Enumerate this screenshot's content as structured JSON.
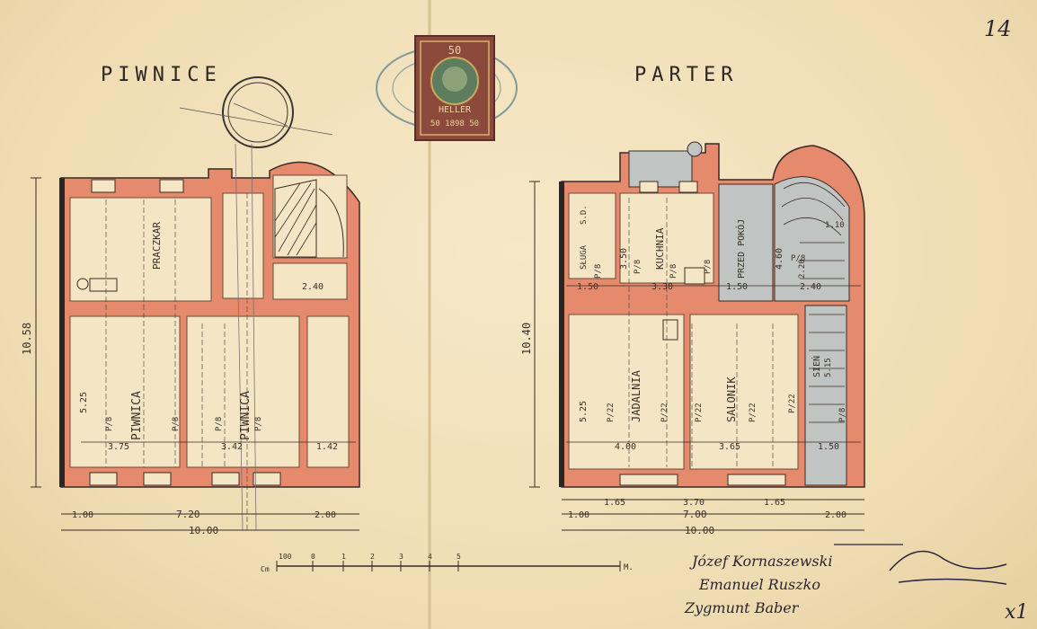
{
  "sheet": {
    "page_number": "14",
    "corner_mark": "x1"
  },
  "titles": {
    "basement": "PIWNICE",
    "ground_floor": "PARTER"
  },
  "stamp": {
    "value": "50",
    "currency": "HELLER",
    "year_line": "50 1898 50"
  },
  "basement": {
    "rooms": {
      "laundry": "PRACZKAR",
      "cellar_1": "PIWNICA",
      "cellar_2": "PIWNICA",
      "height": "P/8"
    },
    "dims": {
      "stair_width": "2.40",
      "room1_width": "3.75",
      "room2_width": "3.42",
      "room3_width": "1.42",
      "room_depth": "5.25",
      "total_depth": "10.58",
      "left_margin": "1.00",
      "main_width": "7.20",
      "right_part": "2.00",
      "total_width": "10.00"
    }
  },
  "ground": {
    "rooms": {
      "servant": "SŁUGA",
      "sd": "S.D.",
      "kitchen": "KUCHNIA",
      "anteroom": "PRZED POKÓJ",
      "dining": "JADALNIA",
      "salon": "SALONIK",
      "hall": "SIEŃ"
    },
    "areas": {
      "servant": "P/8",
      "kitchen": "P/8",
      "height": "P/8",
      "anteroom": "P/8",
      "stair": "P/8",
      "dining": "P/22",
      "dining_2": "P/22",
      "salon": "P/22",
      "salon_2": "P/22",
      "salon_height": "P/22",
      "hall_height": "P/8"
    },
    "dims": {
      "servant_width": "1.50",
      "kitchen_width": "3.30",
      "anteroom_width": "1.50",
      "stair_width": "2.40",
      "kitchen_depth": "3.50",
      "stair_len": "4.60",
      "stair_depth": "2.20",
      "stair_small": "1.10",
      "room_depth": "5.25",
      "hall_depth": "5.15",
      "dining_width": "4.00",
      "salon_width": "3.65",
      "hall_width": "1.50",
      "total_depth": "10.40",
      "pier_left": "1.65",
      "window_span": "3.70",
      "pier_right": "1.65",
      "left_margin": "1.00",
      "main_width": "7.00",
      "right_part": "2.00",
      "total_width": "10.00"
    }
  },
  "scale": {
    "unit_left": "Cm",
    "ticks": [
      "100",
      "0",
      "1",
      "2",
      "3",
      "4",
      "5"
    ],
    "unit_right": "M."
  },
  "signatures": [
    "Józef Kornaszewski",
    "Emanuel Ruszko",
    "Zygmunt Baber"
  ]
}
